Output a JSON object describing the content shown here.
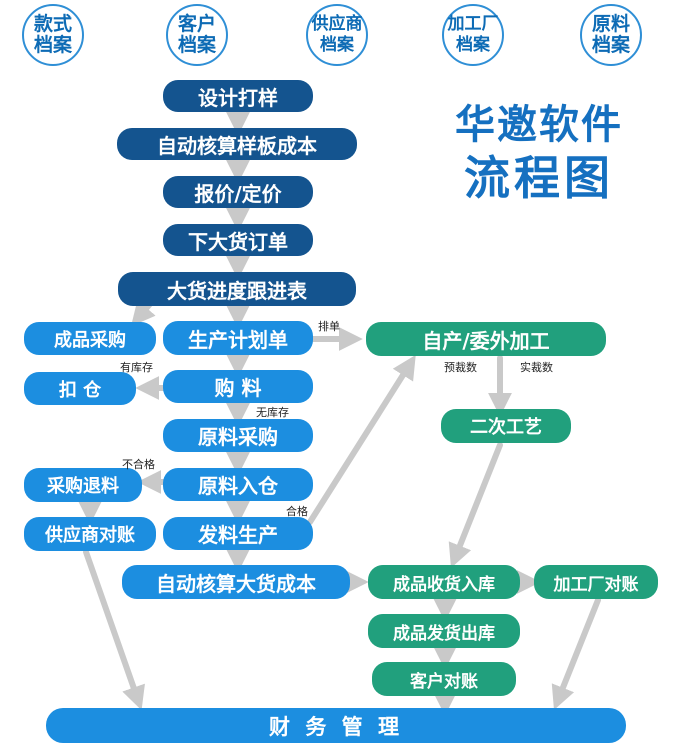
{
  "archives": [
    "款式档案",
    "客户档案",
    "供应商档案",
    "加工厂档案",
    "原料档案"
  ],
  "brand": {
    "line1": "华邀软件",
    "line2": "流程图"
  },
  "main_flow": {
    "design_sample": "设计打样",
    "auto_sample_cost": "自动核算样板成本",
    "quote_price": "报价/定价",
    "bulk_order": "下大货订单",
    "progress_table": "大货进度跟进表",
    "production_plan": "生产计划单",
    "purchase_material": "购 料",
    "raw_purchase": "原料采购",
    "raw_in_warehouse": "原料入仓",
    "issue_production": "发料生产",
    "auto_bulk_cost": "自动核算大货成本"
  },
  "side_left": {
    "finished_purchase": "成品采购",
    "deduct_warehouse": "扣 仓",
    "purchase_return": "采购退料",
    "supplier_reconcile": "供应商对账"
  },
  "right_flow": {
    "self_outsource": "自产/委外加工",
    "secondary_process": "二次工艺",
    "finished_receive": "成品收货入库",
    "factory_reconcile": "加工厂对账",
    "finished_ship": "成品发货出库",
    "customer_reconcile": "客户对账"
  },
  "finance": "财 务 管 理",
  "labels": {
    "schedule": "排单",
    "in_stock": "有库存",
    "no_stock": "无库存",
    "unqualified": "不合格",
    "qualified": "合格",
    "pre_cut": "预裁数",
    "actual_cut": "实裁数"
  },
  "colors": {
    "dark_blue": "#14548f",
    "blue": "#1c8ee0",
    "teal": "#21a07d",
    "arrow": "#c9c9c9",
    "brand": "#1570c0"
  }
}
